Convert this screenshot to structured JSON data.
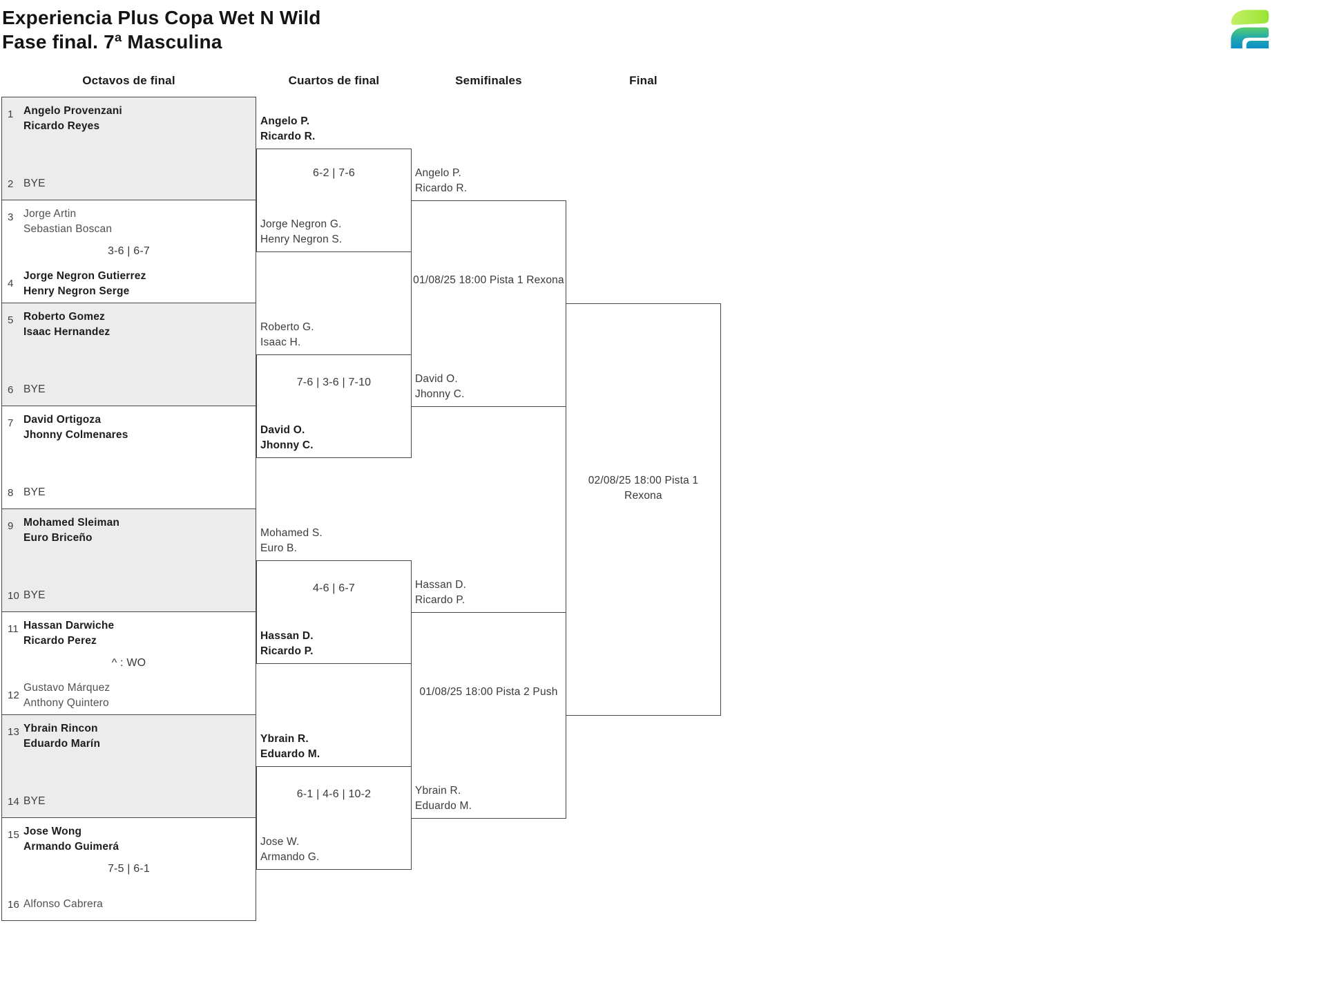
{
  "header": {
    "title_line1": "Experiencia Plus Copa Wet N Wild",
    "title_line2": "Fase final. 7ª Masculina",
    "logo": {
      "name": "tournament-app-logo",
      "lime": "#a9e83f",
      "green": "#5ad06a",
      "blue": "#0d8ec7"
    }
  },
  "rounds": {
    "octavos": "Octavos de final",
    "cuartos": "Cuartos de final",
    "semifinales": "Semifinales",
    "final": "Final"
  },
  "octavos": [
    {
      "seed_a": "1",
      "a1": "Angelo Provenzani",
      "a2": "Ricardo Reyes",
      "score": "",
      "seed_b": "2",
      "b1": "BYE",
      "b2": "",
      "winner": "a"
    },
    {
      "seed_a": "3",
      "a1": "Jorge Artin",
      "a2": "Sebastian Boscan",
      "score": "3-6 | 6-7",
      "seed_b": "4",
      "b1": "Jorge Negron Gutierrez",
      "b2": "Henry Negron Serge",
      "winner": "b"
    },
    {
      "seed_a": "5",
      "a1": "Roberto Gomez",
      "a2": "Isaac Hernandez",
      "score": "",
      "seed_b": "6",
      "b1": "BYE",
      "b2": "",
      "winner": "a"
    },
    {
      "seed_a": "7",
      "a1": "David Ortigoza",
      "a2": "Jhonny Colmenares",
      "score": "",
      "seed_b": "8",
      "b1": "BYE",
      "b2": "",
      "winner": "a"
    },
    {
      "seed_a": "9",
      "a1": "Mohamed Sleiman",
      "a2": "Euro Briceño",
      "score": "",
      "seed_b": "10",
      "b1": "BYE",
      "b2": "",
      "winner": "a"
    },
    {
      "seed_a": "11",
      "a1": "Hassan Darwiche",
      "a2": "Ricardo Perez",
      "score": "^ : WO",
      "seed_b": "12",
      "b1": "Gustavo Márquez",
      "b2": "Anthony Quintero",
      "winner": "a"
    },
    {
      "seed_a": "13",
      "a1": "Ybrain Rincon",
      "a2": "Eduardo Marín",
      "score": "",
      "seed_b": "14",
      "b1": "BYE",
      "b2": "",
      "winner": "a"
    },
    {
      "seed_a": "15",
      "a1": "Jose Wong",
      "a2": "Armando Guimerá",
      "score": "7-5 | 6-1",
      "seed_b": "16",
      "b1": "Alfonso Cabrera",
      "b2": "",
      "winner": "a"
    }
  ],
  "cuartos": [
    {
      "t1": "Angelo P.",
      "t2": "Ricardo R.",
      "score": "6-2 | 7-6",
      "b1": "Jorge Negron G.",
      "b2": "Henry Negron S.",
      "winner": "top"
    },
    {
      "t1": "Roberto G.",
      "t2": "Isaac H.",
      "score": "7-6 | 3-6 | 7-10",
      "b1": "David O.",
      "b2": "Jhonny C.",
      "winner": "bottom"
    },
    {
      "t1": "Mohamed S.",
      "t2": "Euro B.",
      "score": "4-6 | 6-7",
      "b1": "Hassan D.",
      "b2": "Ricardo P.",
      "winner": "bottom"
    },
    {
      "t1": "Ybrain R.",
      "t2": "Eduardo M.",
      "score": "6-1 | 4-6 | 10-2",
      "b1": "Jose W.",
      "b2": "Armando G.",
      "winner": "top"
    }
  ],
  "semifinales": [
    {
      "t1": "Angelo P.",
      "t2": "Ricardo R.",
      "info": "01/08/25 18:00 Pista 1 Rexona",
      "b1": "David O.",
      "b2": "Jhonny C."
    },
    {
      "t1": "Hassan D.",
      "t2": "Ricardo P.",
      "info": "01/08/25 18:00 Pista 2 Push",
      "b1": "Ybrain R.",
      "b2": "Eduardo M."
    }
  ],
  "final": {
    "info_line1": "02/08/25 18:00 Pista 1",
    "info_line2": "Rexona"
  }
}
